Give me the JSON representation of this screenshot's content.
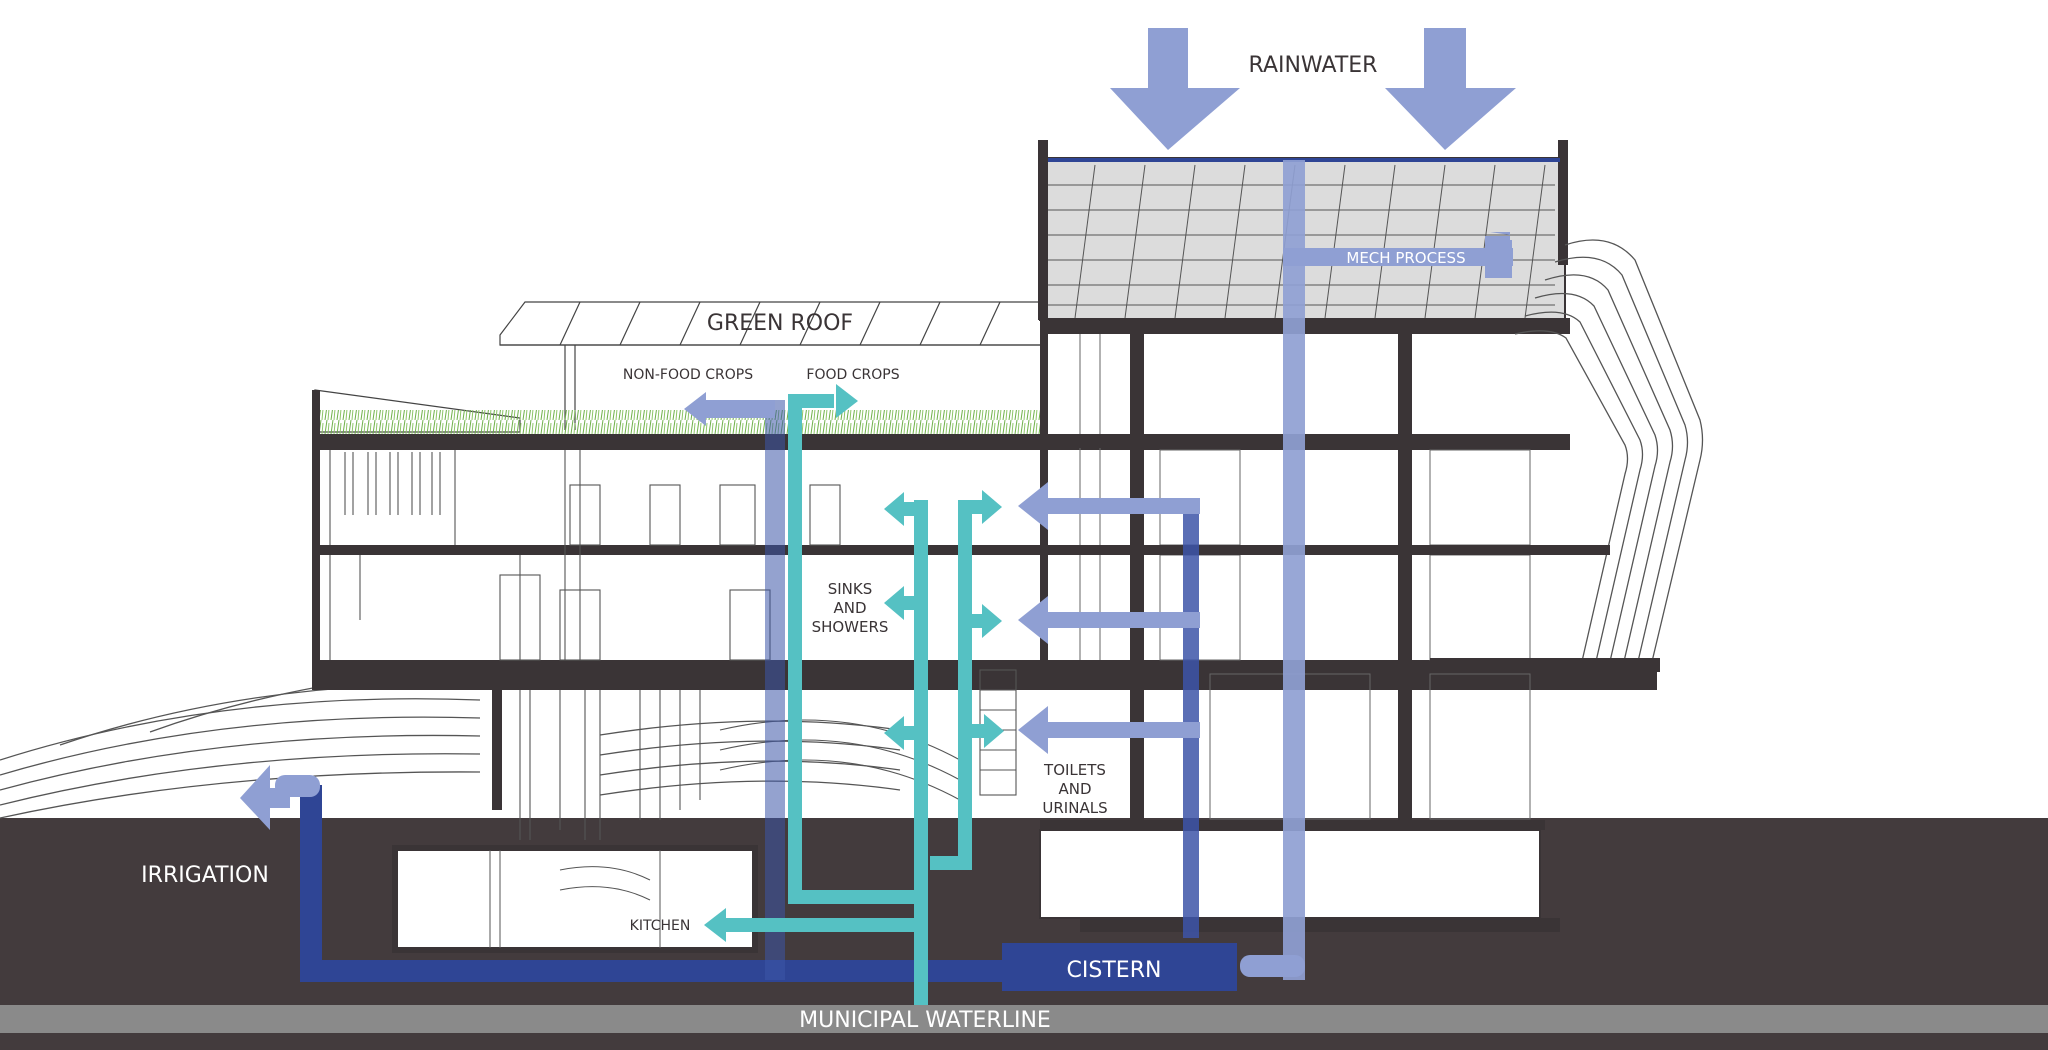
{
  "labels": {
    "rainwater": "RAINWATER",
    "mech_process": "MECH PROCESS",
    "green_roof": "GREEN ROOF",
    "non_food_crops": "NON-FOOD CROPS",
    "food_crops": "FOOD CROPS",
    "sinks_line1": "SINKS",
    "sinks_line2": "AND",
    "sinks_line3": "SHOWERS",
    "toilets_line1": "TOILETS",
    "toilets_line2": "AND",
    "toilets_line3": "URINALS",
    "irrigation": "IRRIGATION",
    "kitchen": "KITCHEN",
    "cistern": "CISTERN",
    "municipal_waterline": "MUNICIPAL WATERLINE"
  },
  "colors": {
    "rainwater_blue": "#8f9fd3",
    "recycled_blue": "#3d55a8",
    "deep_blue": "#2f4595",
    "potable_teal": "#55c1c3",
    "ground": "#433b3d",
    "structure": "#3a3436",
    "waterline_grey": "#8a8a8a"
  }
}
